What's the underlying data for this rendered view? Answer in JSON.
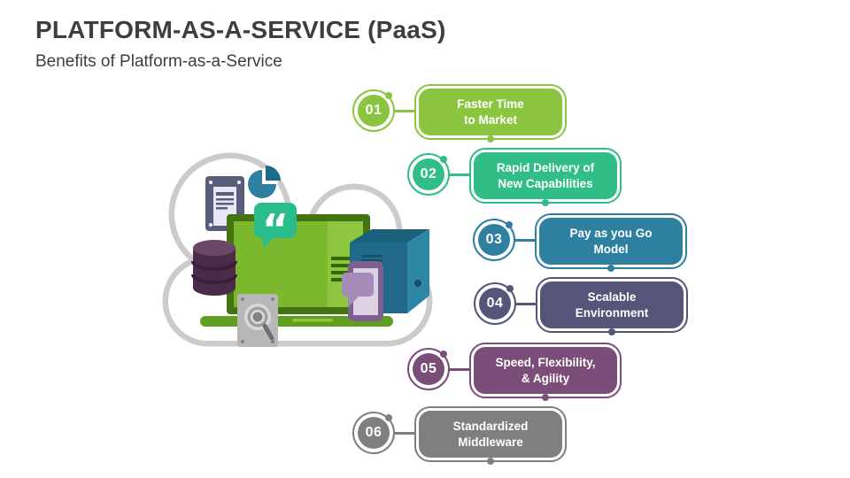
{
  "slide": {
    "title": "PLATFORM-AS-A-SERVICE (PaaS)",
    "subtitle": "Benefits of Platform-as-a-Service",
    "background_color": "#ffffff",
    "title_color": "#3e3e3e"
  },
  "items": [
    {
      "number": "01",
      "line1": "Faster Time",
      "line2": "to Market",
      "color": "#8bc540"
    },
    {
      "number": "02",
      "line1": "Rapid Delivery of",
      "line2": "New Capabilities",
      "color": "#30bd86"
    },
    {
      "number": "03",
      "line1": "Pay as you Go",
      "line2": "Model",
      "color": "#2e80a1"
    },
    {
      "number": "04",
      "line1": "Scalable",
      "line2": "Environment",
      "color": "#545578"
    },
    {
      "number": "05",
      "line1": "Speed, Flexibility,",
      "line2": "& Agility",
      "color": "#7b4d79"
    },
    {
      "number": "06",
      "line1": "Standardized",
      "line2": "Middleware",
      "color": "#7f7f7f"
    }
  ],
  "illustration": {
    "name": "paas-cloud-with-devices",
    "colors": {
      "cloud": "#cbcbcb",
      "doc_card": "#585c7d",
      "doc_paper": "#e9e5f2",
      "pie": "#2e7fa0",
      "pie_wedge": "#1e6b89",
      "speech_bubble": "#2abd8c",
      "laptop_frame": "#447312",
      "laptop_screen": "#7cb82e",
      "laptop_panel": "#8dc63f",
      "laptop_stripes": "#3a650e",
      "laptop_base": "#5f9e20",
      "database": "#4a2b49",
      "database_top": "#6b4769",
      "database_band": "#3a1f3b",
      "server_front": "#20698a",
      "server_side": "#2e86a6",
      "server_top": "#1a617e",
      "server_detail": "#174f66",
      "phone_frame": "#7d5f90",
      "phone_screen": "#dcd2e4",
      "phone_bubble": "#a58bba",
      "harddrive": "#b7b7b7",
      "harddrive_detail": "#838383"
    }
  }
}
